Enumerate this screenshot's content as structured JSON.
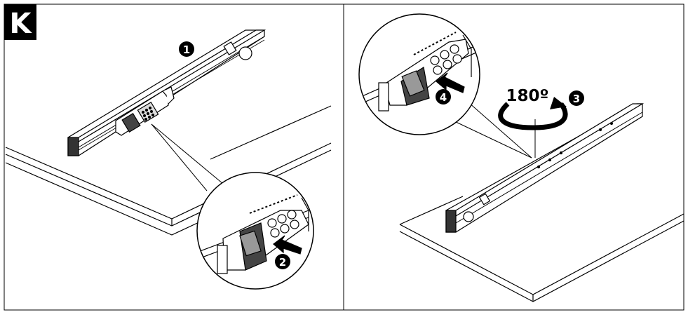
{
  "figure_label": "K",
  "left_panel": {
    "step_markers": [
      "1",
      "2"
    ]
  },
  "right_panel": {
    "rotation_label": "180º",
    "step_markers": [
      "3",
      "4"
    ]
  }
}
